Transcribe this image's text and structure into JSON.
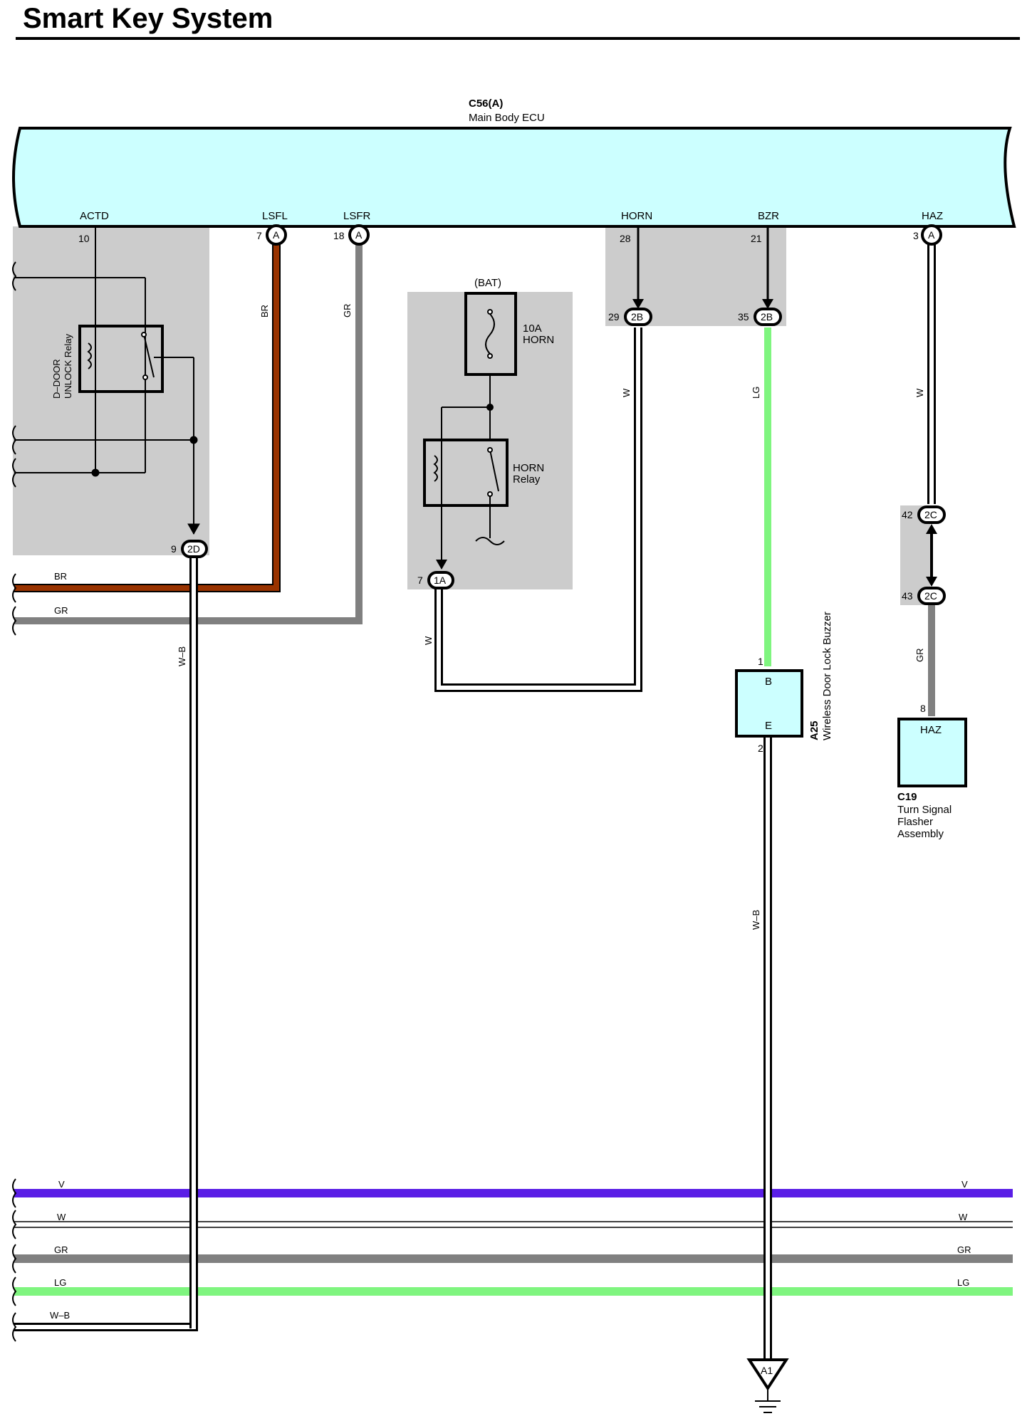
{
  "title": "Smart Key System",
  "ecu": {
    "code": "C56(A)",
    "name": "Main Body ECU"
  },
  "terminals": {
    "actd": "ACTD",
    "lsfl": "LSFL",
    "lsfr": "LSFR",
    "horn": "HORN",
    "bzr": "BZR",
    "haz": "HAZ"
  },
  "pins": {
    "actd": "10",
    "lsfl": "7",
    "lsfr": "18",
    "horn": "28",
    "bzr": "21",
    "haz": "3",
    "ddoor": "9",
    "horn_relay": "7",
    "j2b_left": "29",
    "j2b_right": "35",
    "j2c_top": "42",
    "j2c_bot": "43",
    "buzzer_b": "1",
    "buzzer_e": "2",
    "flasher": "8"
  },
  "connectors": {
    "a": "A",
    "twoD": "2D",
    "oneA": "1A",
    "twoB": "2B",
    "twoC": "2C",
    "ground": "A1"
  },
  "relay_ddoor": {
    "line1": "D–DOOR",
    "line2": "UNLOCK Relay"
  },
  "horn_circuit": {
    "bat": "(BAT)",
    "fuse1": "10A",
    "fuse2": "HORN",
    "relay1": "HORN",
    "relay2": "Relay"
  },
  "buzzer": {
    "code": "A25",
    "name": "Wireless Door Lock Buzzer",
    "b": "B",
    "e": "E"
  },
  "flasher": {
    "code": "C19",
    "name1": "Turn Signal",
    "name2": "Flasher",
    "name3": "Assembly",
    "term": "HAZ"
  },
  "wires": {
    "br": "BR",
    "gr": "GR",
    "w": "W",
    "lg": "LG",
    "wb": "W–B",
    "v": "V"
  },
  "colors": {
    "ecu_fill": "#ccffff",
    "shade": "#cccccc",
    "br": "#993300",
    "gr": "#808080",
    "lg": "#7ff57f",
    "v": "#5a1ee6",
    "w": "#ffffff"
  }
}
